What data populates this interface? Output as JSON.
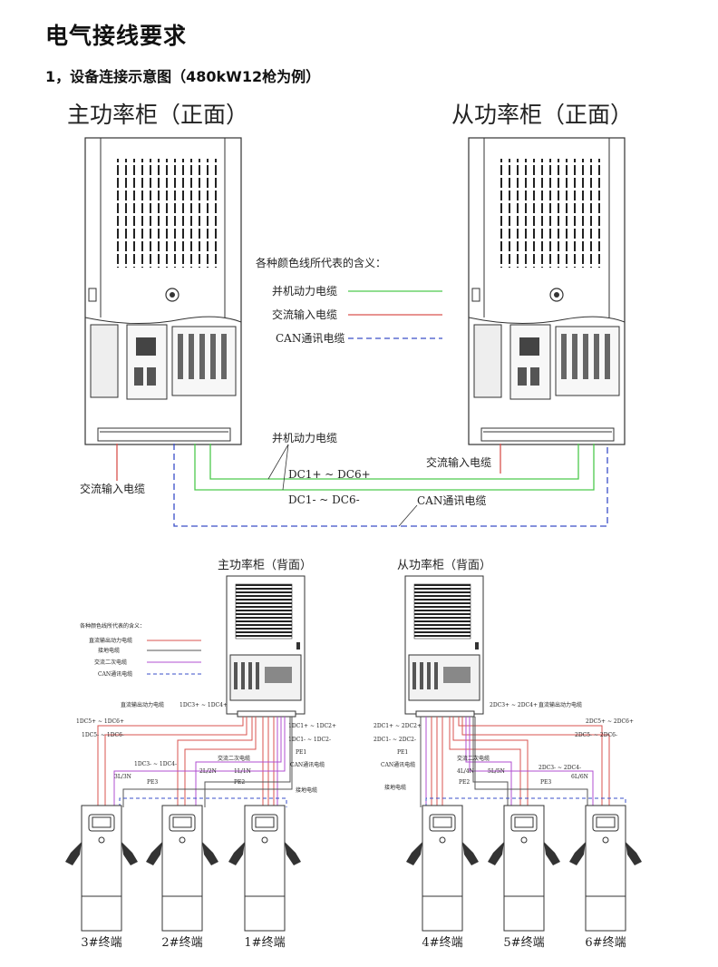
{
  "title": "电气接线要求",
  "subtitle": "1，设备连接示意图（480kW12枪为例）",
  "front": {
    "main_title": "主功率柜（正面）",
    "slave_title": "从功率柜（正面）",
    "legend_title": "各种颜色线所代表的含义：",
    "legend": [
      {
        "label": "并机动力电缆",
        "color": "#4dc94d"
      },
      {
        "label": "交流输入电缆",
        "color": "#d9534f"
      },
      {
        "label": "CAN通讯电缆",
        "color": "#3a4fc8"
      }
    ],
    "lbl_parallel": "并机动力电缆",
    "lbl_dc_pos": "DC1+ ~ DC6+",
    "lbl_dc_neg": "DC1- ~ DC6-",
    "lbl_ac_left": "交流输入电缆",
    "lbl_ac_right": "交流输入电缆",
    "lbl_can": "CAN通讯电缆"
  },
  "back": {
    "main_title": "主功率柜（背面）",
    "slave_title": "从功率柜（背面）",
    "legend_title": "各种颜色线所代表的含义：",
    "legend": [
      {
        "label": "直流输出动力电缆",
        "color": "#d9534f"
      },
      {
        "label": "接地电缆",
        "color": "#555555"
      },
      {
        "label": "交流二次电缆",
        "color": "#b04fd0"
      },
      {
        "label": "CAN通讯电缆",
        "color": "#3a4fc8"
      }
    ],
    "left_labels": {
      "dc_out": "直流输出动力电缆",
      "a1": "1DC5+ ~ 1DC6+",
      "a2": "1DC3+ ~ 1DC4+",
      "a3": "1DC5- ~ 1DC6-",
      "a4": "1DC3- ~ 1DC4-",
      "a5": "1DC1+ ~ 1DC2+",
      "a6": "1DC1- ~ 1DC2-",
      "pe1": "PE1",
      "can": "CAN通讯电缆",
      "ac2": "交流二次电缆",
      "ground": "接地电缆",
      "l3": "3L/3N",
      "l2": "2L/2N",
      "l1": "1L/1N",
      "pe3": "PE3",
      "pe2": "PE2"
    },
    "right_labels": {
      "b1": "2DC1+ ~ 2DC2+",
      "b2": "2DC1- ~ 2DC2-",
      "b3": "2DC3+ ~ 2DC4+",
      "b4": "2DC5+ ~ 2DC6+",
      "b5": "2DC5- ~ 2DC6-",
      "b6": "2DC3- ~ 2DC4-",
      "dc_out": "直流输出动力电缆",
      "pe1": "PE1",
      "can": "CAN通讯电缆",
      "ground": "接地电缆",
      "ac2": "交流二次电缆",
      "l4": "4L/4N",
      "l5": "5L/5N",
      "l6": "6L/6N",
      "pe2": "PE2",
      "pe3": "PE3"
    },
    "terminals": [
      "3#终端",
      "2#终端",
      "1#终端",
      "4#终端",
      "5#终端",
      "6#终端"
    ]
  }
}
